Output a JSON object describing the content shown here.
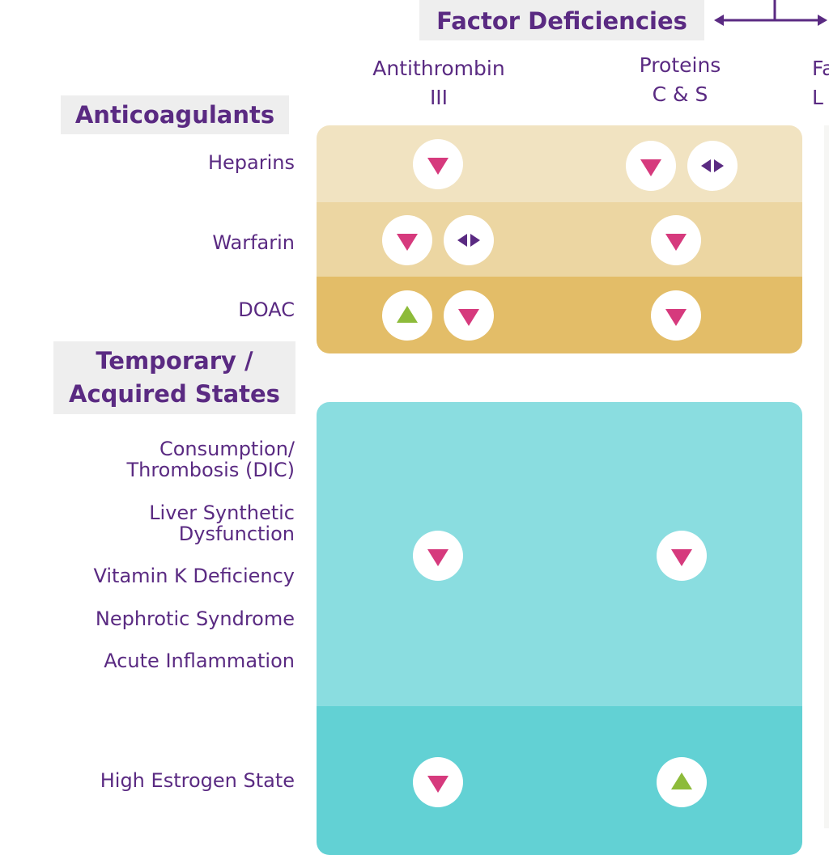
{
  "header": {
    "title": "Factor Deficiencies"
  },
  "columns": [
    {
      "label_line1": "Antithrombin",
      "label_line2": "III"
    },
    {
      "label_line1": "Proteins",
      "label_line2": "C & S"
    },
    {
      "label_line1": "Fa",
      "label_line2": "L"
    }
  ],
  "groups": {
    "anticoagulants": {
      "title": "Anticoagulants",
      "rows": [
        "Heparins",
        "Warfarin",
        "DOAC"
      ]
    },
    "acquired": {
      "title_line1": "Temporary /",
      "title_line2": "Acquired States",
      "rows": [
        "Consumption/",
        "Thrombosis (DIC)",
        "Liver Synthetic",
        "Dysfunction",
        "Vitamin K Deficiency",
        "Nephrotic Syndrome",
        "Acute Inflammation",
        "High Estrogen State"
      ]
    }
  },
  "indicators": {
    "heparins": {
      "antithrombin": [
        "down"
      ],
      "proteins": [
        "down",
        "variable"
      ]
    },
    "warfarin": {
      "antithrombin": [
        "down",
        "variable"
      ],
      "proteins": [
        "down"
      ]
    },
    "doac": {
      "antithrombin": [
        "up",
        "down"
      ],
      "proteins": [
        "down"
      ]
    },
    "acquired_states": {
      "antithrombin": [
        "down"
      ],
      "proteins": [
        "down"
      ]
    },
    "high_estrogen": {
      "antithrombin": [
        "down"
      ],
      "proteins": [
        "up"
      ]
    }
  },
  "colors": {
    "purple": "#5a2a82",
    "down": "#d63a7d",
    "up": "#8dbb3a",
    "gold1": "#f1e3c1",
    "gold2": "#ecd6a2",
    "gold3": "#e3bd68",
    "teal1": "#8adde0",
    "teal2": "#62d1d4"
  }
}
